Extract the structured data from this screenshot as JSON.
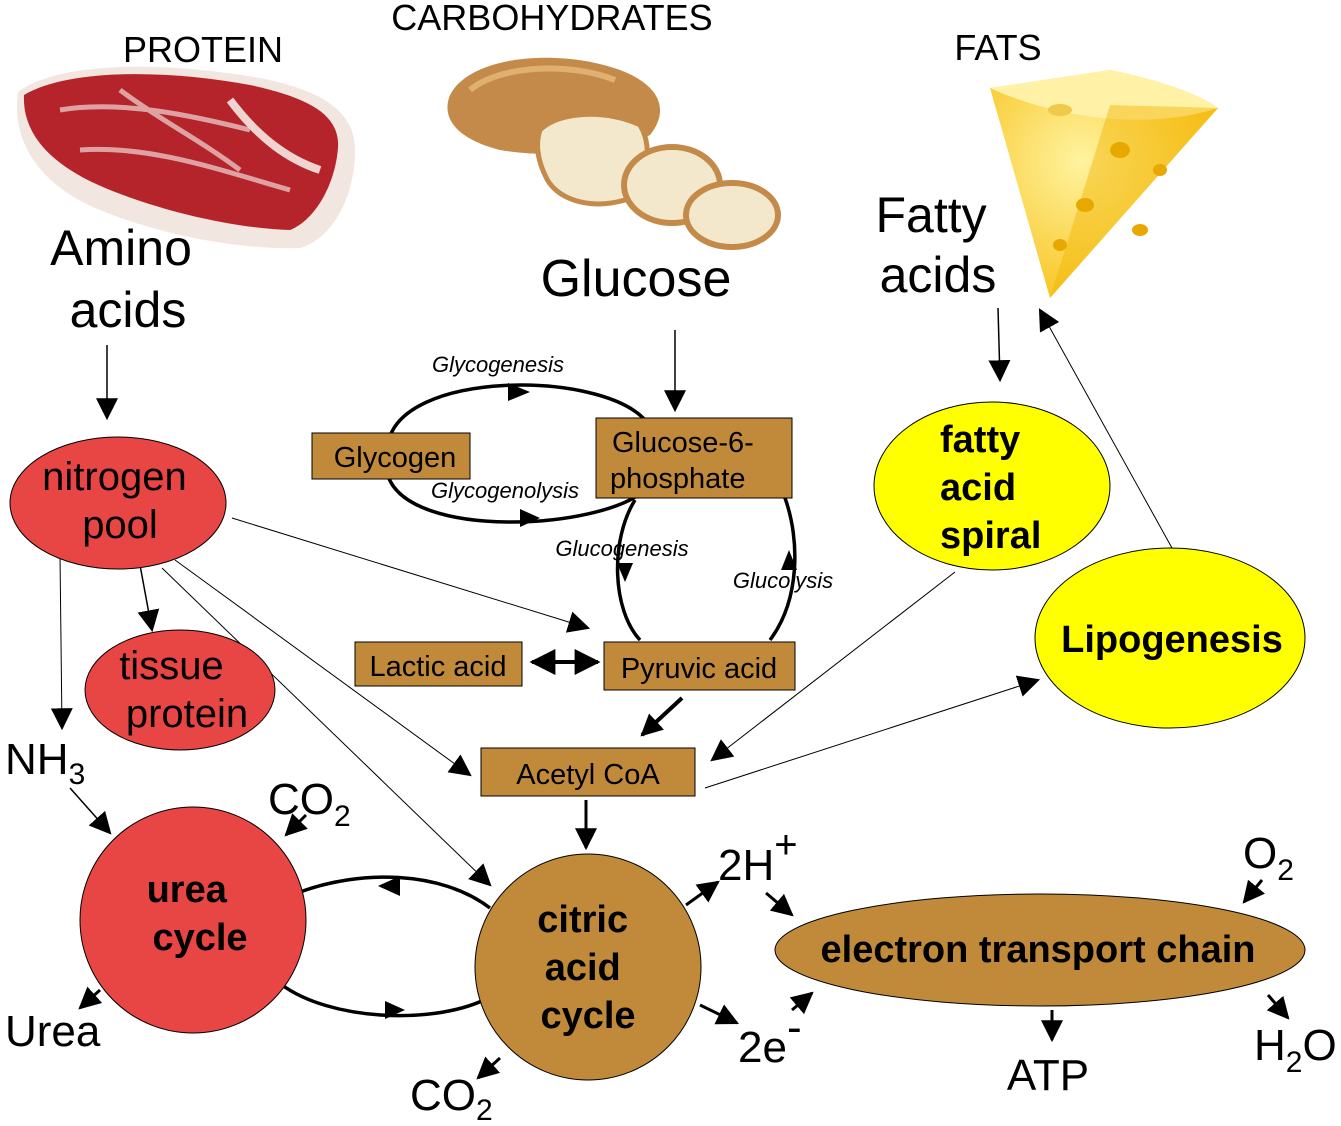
{
  "categories": {
    "protein": "PROTEIN",
    "carbohydrates": "CARBOHYDRATES",
    "fats": "FATS"
  },
  "sources": {
    "amino_acids": [
      "Amino",
      "acids"
    ],
    "glucose": "Glucose",
    "fatty_acids": [
      "Fatty",
      "acids"
    ]
  },
  "nodes": {
    "nitrogen_pool": [
      "nitrogen",
      "pool"
    ],
    "tissue_protein": [
      "tissue",
      "protein"
    ],
    "glycogen": "Glycogen",
    "glucose_6_phosphate": [
      "Glucose-6-",
      "phosphate"
    ],
    "lactic_acid": "Lactic acid",
    "pyruvic_acid": "Pyruvic acid",
    "acetyl_coa": "Acetyl CoA",
    "fatty_acid_spiral": [
      "fatty",
      "acid",
      "spiral"
    ],
    "lipogenesis": "Lipogenesis",
    "urea_cycle": [
      "urea",
      "cycle"
    ],
    "citric_acid_cycle": [
      "citric",
      "acid",
      "cycle"
    ],
    "electron_transport_chain": "electron transport chain"
  },
  "process_labels": {
    "glycogenesis": "Glycogenesis",
    "glycogenolysis": "Glycogenolysis",
    "glucogenesis": "Glucogenesis",
    "glucolysis": "Glucolysis"
  },
  "molecules": {
    "nh3": {
      "base": "NH",
      "sub": "3"
    },
    "co2_urea": {
      "base": "CO",
      "sub": "2"
    },
    "co2_citric": {
      "base": "CO",
      "sub": "2"
    },
    "urea": "Urea",
    "two_h_plus": {
      "base": "2H",
      "sup": "+"
    },
    "two_e_minus": {
      "base": "2e",
      "sup": "-"
    },
    "o2": {
      "base": "O",
      "sub": "2"
    },
    "atp": "ATP",
    "h2o": {
      "base": "H",
      "sub": "2",
      "tail": "O"
    }
  },
  "colors": {
    "protein_red": "#e84545",
    "metabolite_brown": "#c08a3a",
    "fat_yellow": "#ffff00",
    "meat_red": "#b5232b",
    "bread_crust": "#c48a4a",
    "bread_crumb": "#f4e8cc",
    "cheese": "#ffd94a",
    "arrow": "#000000"
  },
  "icons": [
    "steak-icon",
    "bread-icon",
    "cheese-icon"
  ]
}
